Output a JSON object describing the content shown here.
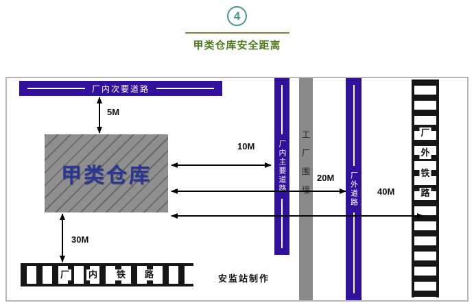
{
  "header": {
    "step_number": "4",
    "title": "甲类仓库安全距离"
  },
  "diagram": {
    "warehouse": "甲类仓库",
    "secondary_road": "厂内次要道路",
    "main_road": "厂内主要道路",
    "factory_wall": "工厂围墙",
    "outside_road": "厂外道路",
    "outside_railway": "厂外铁路",
    "inside_railway": "厂内铁路",
    "distances": {
      "to_secondary_road": "5M",
      "to_main_road": "10M",
      "to_outside_road": "20M",
      "to_inside_railway": "30M",
      "to_outside_railway": "40M"
    },
    "credit": "安监站制作"
  },
  "colors": {
    "road_purple": "#31109b",
    "warehouse_gray": "#8f8f8f",
    "warehouse_text_blue": "#2a3695",
    "wall_gray": "#8a8a8a",
    "railway_black": "#161616",
    "title_green": "#4e7c1e",
    "badge_teal": "#47988c",
    "divider_olive": "#8c7c33"
  }
}
